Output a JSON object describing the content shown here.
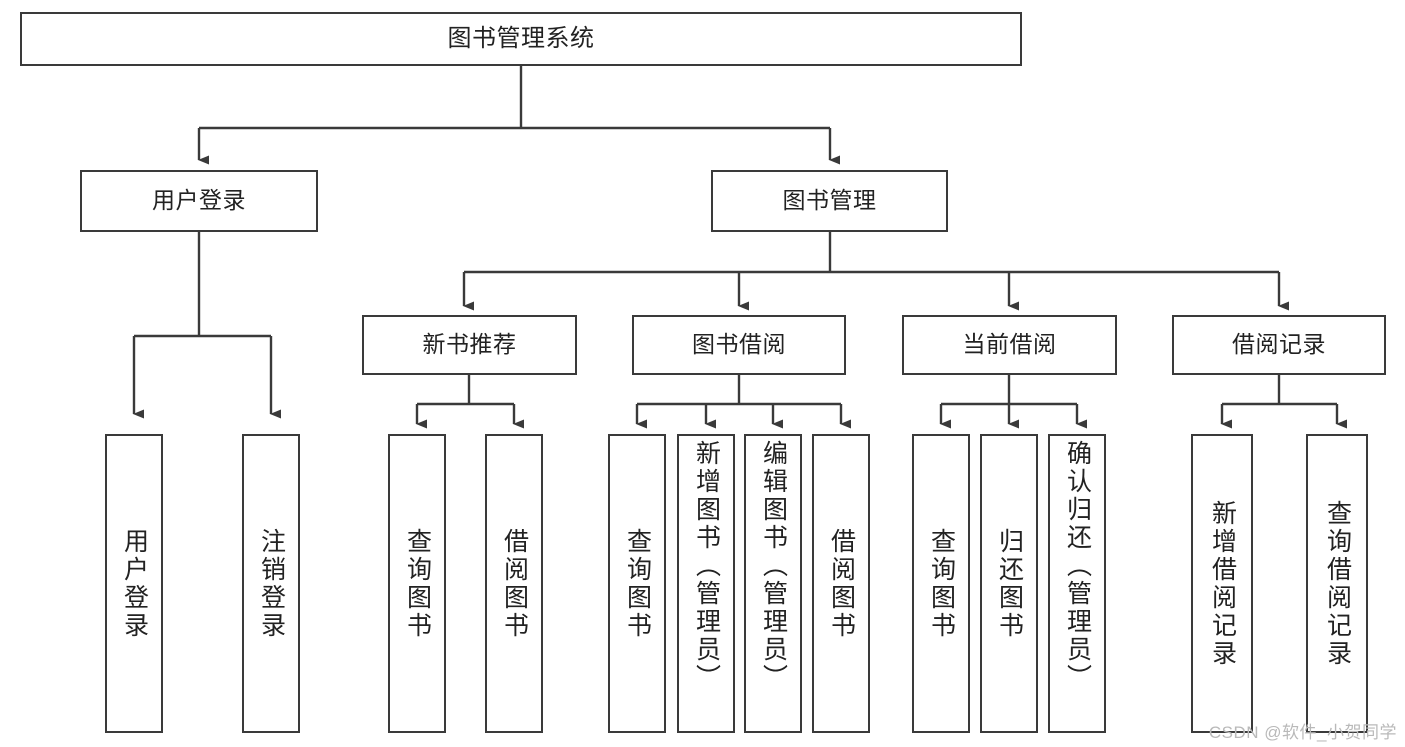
{
  "diagram": {
    "title": "图书管理系统",
    "type": "tree-hierarchy-chart",
    "stroke_color": "#3a3a3a",
    "background_color": "#ffffff",
    "text_color": "#222222"
  },
  "nodes": {
    "root": {
      "label": "图书管理系统"
    },
    "level2": [
      {
        "label": "用户登录"
      },
      {
        "label": "图书管理"
      }
    ],
    "level3": [
      {
        "label": "新书推荐"
      },
      {
        "label": "图书借阅"
      },
      {
        "label": "当前借阅"
      },
      {
        "label": "借阅记录"
      }
    ],
    "leaves": {
      "user_login": [
        {
          "label": "用户登录"
        },
        {
          "label": "注销登录"
        }
      ],
      "new_book": [
        {
          "label": "查询图书"
        },
        {
          "label": "借阅图书"
        }
      ],
      "book_borrow": [
        {
          "label": "查询图书"
        },
        {
          "label": "新增图书（管理员）"
        },
        {
          "label": "编辑图书（管理员）"
        },
        {
          "label": "借阅图书"
        }
      ],
      "current_borrow": [
        {
          "label": "查询图书"
        },
        {
          "label": "归还图书"
        },
        {
          "label": "确认归还（管理员）"
        }
      ],
      "borrow_record": [
        {
          "label": "新增借阅记录"
        },
        {
          "label": "查询借阅记录"
        }
      ]
    }
  },
  "watermark": {
    "text": "CSDN @软件_小贺同学"
  }
}
